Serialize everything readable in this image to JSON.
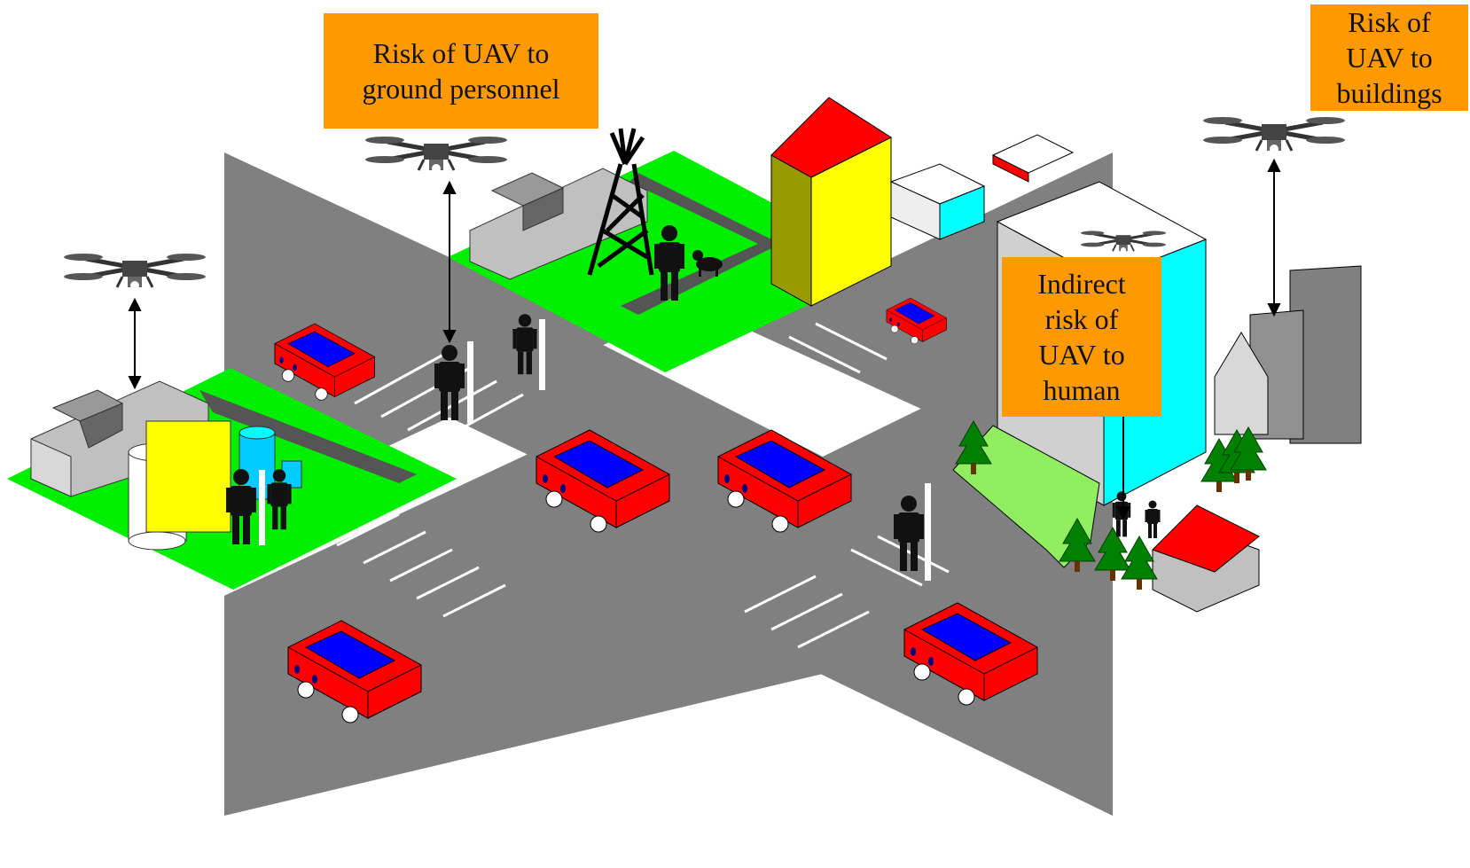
{
  "labels": {
    "ground_personnel": [
      "Risk of UAV to",
      "ground personnel"
    ],
    "buildings": [
      "Risk of",
      "UAV to",
      "buildings"
    ],
    "indirect_human": [
      "Indirect",
      "risk of",
      "UAV to",
      "human"
    ]
  },
  "colors": {
    "road": "#808080",
    "grass": "#00ee00",
    "label_bg": "#ff9900",
    "car_body": "#ff0000",
    "car_glass": "#0000ff",
    "building_yellow": "#ffff00",
    "building_cyan": "#00ffff",
    "roof_red": "#ff0000",
    "tree": "#008000"
  },
  "icons": {
    "uav": "quadcopter-drone-icon",
    "person": "person-icon",
    "dog": "dog-icon",
    "car": "car-icon",
    "tower": "lattice-tower-icon",
    "tree": "tree-icon",
    "building": "building-icon"
  }
}
